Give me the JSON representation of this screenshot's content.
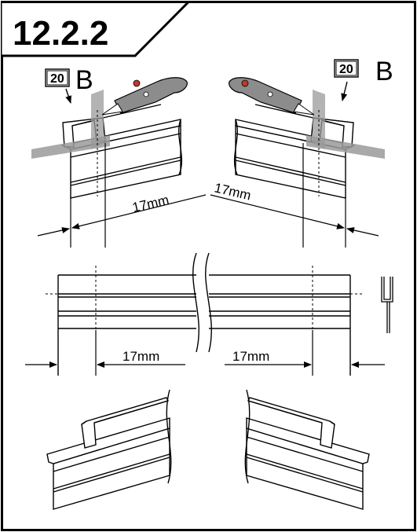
{
  "step": {
    "number": "12.2.2"
  },
  "callouts": {
    "left": {
      "ref_number": "20",
      "letter": "B"
    },
    "right": {
      "ref_number": "20",
      "letter": "B"
    }
  },
  "dimensions": {
    "top_left": "17mm",
    "top_right": "17mm",
    "middle_left": "17mm",
    "middle_right": "17mm"
  },
  "colors": {
    "ink": "#000000",
    "cut_plane": "#9a9a9a",
    "knife_body": "#8c8c8c",
    "knife_accent": "#c0392b"
  }
}
